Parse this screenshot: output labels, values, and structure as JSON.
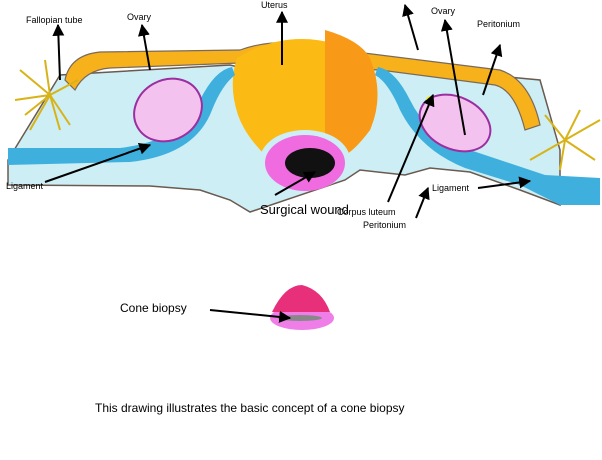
{
  "labels": {
    "fallopian_tube": "Fallopian tube",
    "ovary_left": "Ovary",
    "uterus": "Uterus",
    "ovary_right": "Ovary",
    "peritonium_top": "Peritonium",
    "ligament_left": "Ligament",
    "corpus_luteum": "Corpus luteum",
    "peritonium_bottom": "Peritonium",
    "ligament_right": "Ligament",
    "surgical_wound": "Surgical wound",
    "cone_biopsy": "Cone biopsy"
  },
  "caption": "This drawing illustrates the basic concept of a cone biopsy"
}
